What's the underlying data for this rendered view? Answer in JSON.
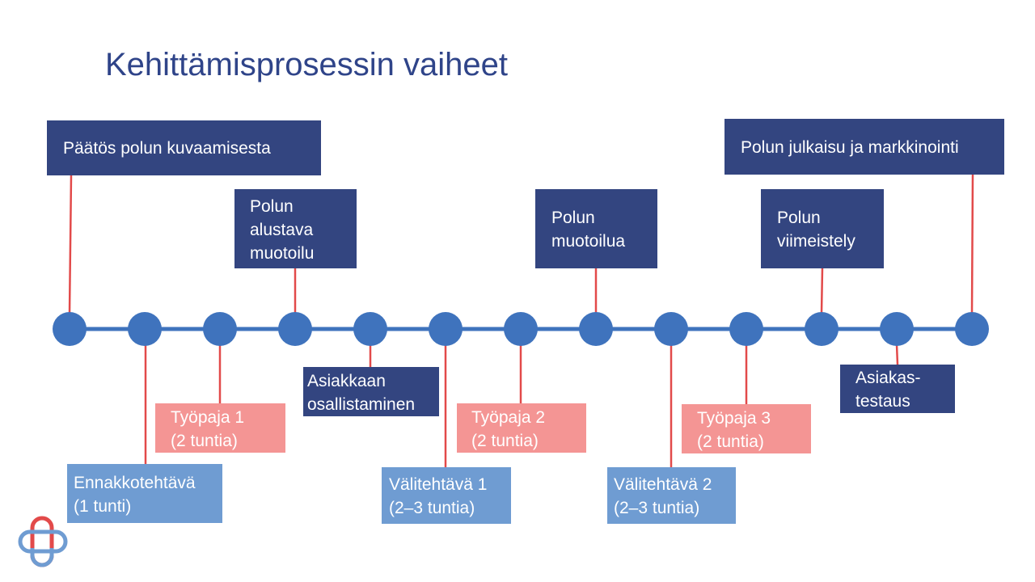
{
  "slide": {
    "title": "Kehittämisprosessin vaiheet"
  },
  "boxes": {
    "paatos": "Päätös polun kuvaamisesta",
    "julkaisu": "Polun julkaisu ja markkinointi",
    "alustava": "Polun\nalustava\nmuotoilu",
    "muotoilua": "Polun\nmuotoilua",
    "viimeistely": "Polun\nviimeistely",
    "asiakkaan": "Asiakkaan\nosallistaminen",
    "asiakastestaus": "Asiakas-\ntestaus",
    "tyopaja1": "Työpaja 1\n(2 tuntia)",
    "tyopaja2": "Työpaja 2\n(2 tuntia)",
    "tyopaja3": "Työpaja 3\n(2 tuntia)",
    "ennakko": "Ennakkotehtävä\n(1 tunti)",
    "vali1": "Välitehtävä 1\n(2–3 tuntia)",
    "vali2": "Välitehtävä 2\n(2–3 tuntia)"
  },
  "colors": {
    "title": "#2f4489",
    "dark_box": "#334580",
    "pink_box": "#f49594",
    "light_box": "#6f9cd2",
    "timeline": "#3f73bd",
    "node": "#3f73bd",
    "connector": "#e24a4a"
  },
  "logo_icon": "cross-rings-logo-icon"
}
